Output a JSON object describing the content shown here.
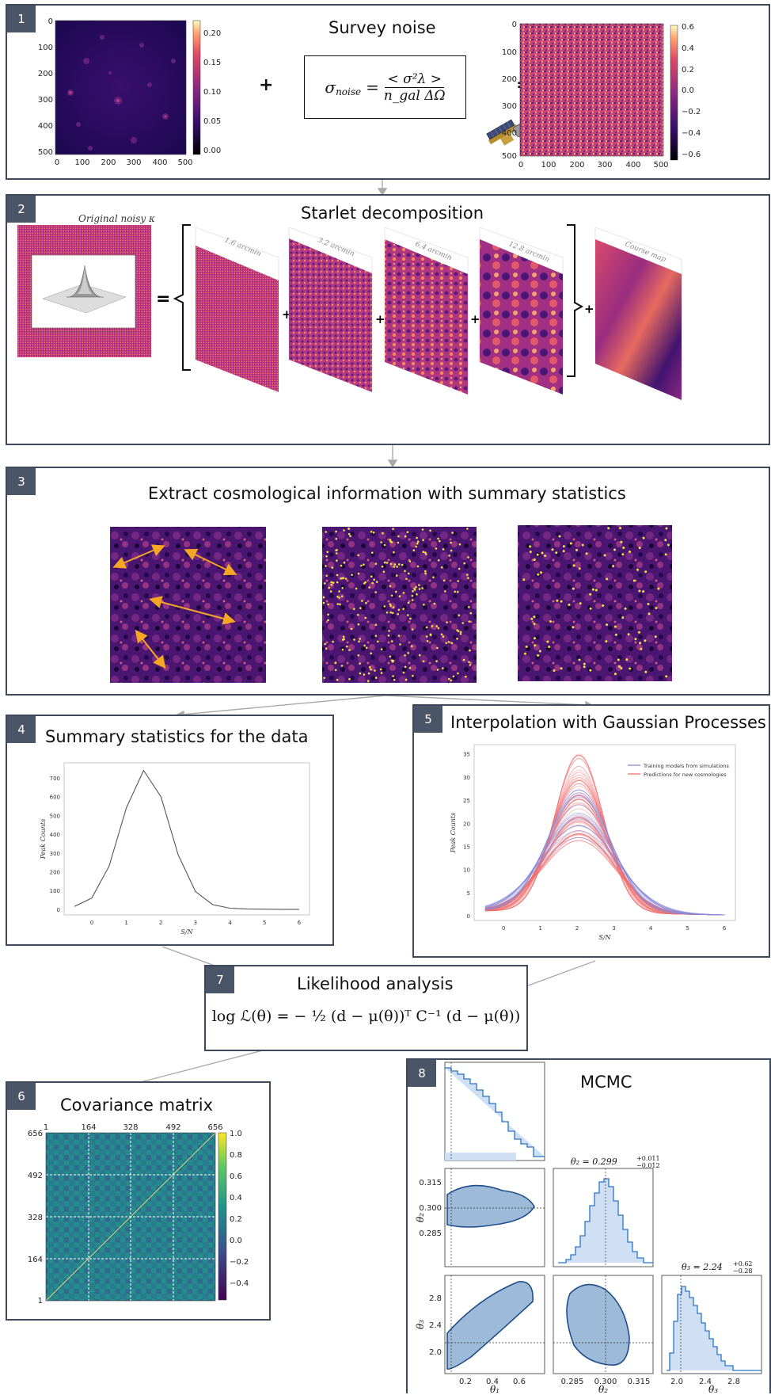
{
  "panel1": {
    "number": "1",
    "title": "Survey noise",
    "formula": {
      "lhs": "σ",
      "lhs_sub": "noise",
      "eq": "=",
      "numerator": "< σ²λ >",
      "denominator": "n_gal ΔΩ"
    },
    "plus": "+",
    "equals": "=",
    "map_left": {
      "xticks": [
        "0",
        "100",
        "200",
        "300",
        "400",
        "500"
      ],
      "yticks": [
        "0",
        "100",
        "200",
        "300",
        "400",
        "500"
      ],
      "colorbar_ticks": [
        "0.20",
        "0.15",
        "0.10",
        "0.05",
        "0.00"
      ]
    },
    "map_right": {
      "xticks": [
        "0",
        "100",
        "200",
        "300",
        "400",
        "500"
      ],
      "yticks": [
        "0",
        "100",
        "200",
        "300",
        "400",
        "500"
      ],
      "colorbar_ticks": [
        "0.6",
        "0.4",
        "0.2",
        "0.0",
        "−0.2",
        "−0.4",
        "−0.6"
      ]
    },
    "telescope_icon": "satellite-telescope-icon"
  },
  "panel2": {
    "number": "2",
    "title": "Starlet decomposition",
    "original_label": "Original noisy κ",
    "equals": "=",
    "plus": "+",
    "scales": [
      "1.6 arcmin",
      "3.2 arcmin",
      "6.4 arcmin",
      "12.8 arcmin",
      "Course map"
    ]
  },
  "panel3": {
    "number": "3",
    "title": "Extract cosmological information with summary statistics"
  },
  "panel4": {
    "number": "4",
    "title": "Summary statistics for the data",
    "chart_data": {
      "type": "line",
      "xlabel": "S/N",
      "ylabel": "Peak Counts",
      "xticks": [
        "0",
        "1",
        "2",
        "3",
        "4",
        "5",
        "6"
      ],
      "yticks": [
        "0",
        "100",
        "200",
        "300",
        "400",
        "500",
        "600",
        "700"
      ],
      "xlim": [
        -0.8,
        6.3
      ],
      "ylim": [
        -30,
        780
      ],
      "series": [
        {
          "x": [
            -0.5,
            0.0,
            0.5,
            1.0,
            1.5,
            2.0,
            2.5,
            3.0,
            3.5,
            4.0,
            4.5,
            5.0,
            5.5,
            6.0
          ],
          "values": [
            15,
            60,
            230,
            540,
            740,
            600,
            290,
            95,
            25,
            6,
            2,
            1,
            0,
            0
          ]
        }
      ]
    }
  },
  "panel5": {
    "number": "5",
    "title": "Interpolation with Gaussian Processes",
    "chart_data": {
      "type": "line",
      "xlabel": "S/N",
      "ylabel": "Peak Counts",
      "xticks": [
        "0",
        "1",
        "2",
        "3",
        "4",
        "5",
        "6"
      ],
      "yticks": [
        "0",
        "5",
        "10",
        "15",
        "20",
        "25",
        "30",
        "35"
      ],
      "xlim": [
        -0.8,
        6.3
      ],
      "ylim": [
        -1,
        37
      ],
      "legend": [
        "Training models from simulations",
        "Predictions for new cosmologies"
      ],
      "legend_colors": [
        "#8a8ad8",
        "#f07070"
      ]
    }
  },
  "panel6": {
    "number": "6",
    "title": "Covariance matrix",
    "xticks": [
      "1",
      "164",
      "328",
      "492",
      "656"
    ],
    "yticks": [
      "656",
      "492",
      "328",
      "164",
      "1"
    ],
    "colorbar_ticks": [
      "1.0",
      "0.8",
      "0.6",
      "0.4",
      "0.2",
      "0.0",
      "−0.2",
      "−0.4"
    ]
  },
  "panel7": {
    "number": "7",
    "title": "Likelihood analysis",
    "formula": "log ℒ(θ) = − ½ (d − μ(θ))ᵀ C⁻¹ (d − μ(θ))"
  },
  "panel8": {
    "number": "8",
    "title": "MCMC",
    "theta2_label": "θ₂ = 0.299",
    "theta2_up": "+0.011",
    "theta2_down": "−0.012",
    "theta3_label": "θ₃ = 2.24",
    "theta3_up": "+0.62",
    "theta3_down": "−0.28",
    "axis_theta1": "θ₁",
    "axis_theta2": "θ₂",
    "axis_theta3": "θ₃",
    "y_theta2_ticks": [
      "0.315",
      "0.300",
      "0.285"
    ],
    "y_theta3_ticks": [
      "2.8",
      "2.4",
      "2.0"
    ],
    "x_theta1_ticks": [
      "0.2",
      "0.4",
      "0.6"
    ],
    "x_theta2_ticks": [
      "0.285",
      "0.300",
      "0.315"
    ],
    "x_theta3_ticks": [
      "2.0",
      "2.4",
      "2.8"
    ]
  }
}
